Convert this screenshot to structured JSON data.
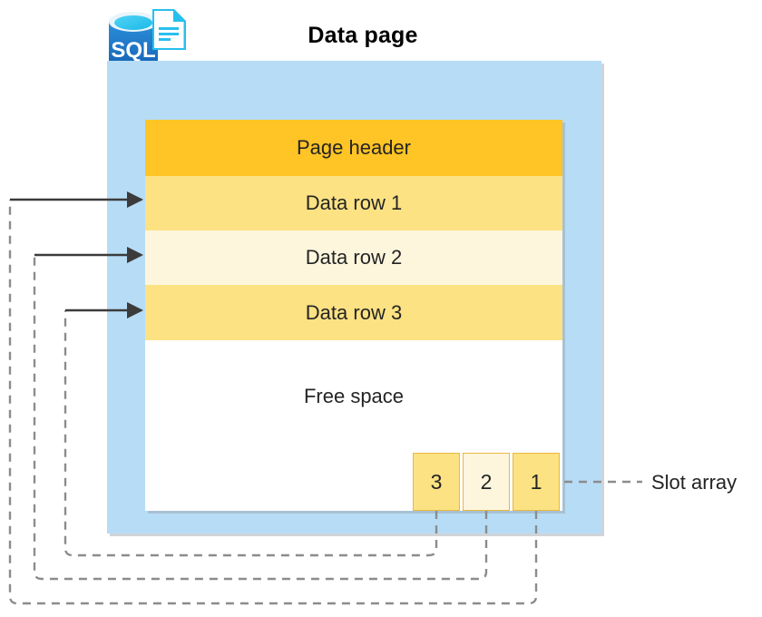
{
  "title": "Data page",
  "logo": {
    "name": "sql-database-icon",
    "text": "SQL",
    "cylinder_color": "#1a6dc0",
    "cylinder_top_color": "#31c6f0",
    "document_border_color": "#27c0ee"
  },
  "panel": {
    "background_color": "#b7dcf6",
    "body_background_color": "#ffffff"
  },
  "bands": [
    {
      "name": "page-header",
      "label": "Page header",
      "color": "#ffc425"
    },
    {
      "name": "data-row-1",
      "label": "Data row 1",
      "color": "#fce283"
    },
    {
      "name": "data-row-2",
      "label": "Data row 2",
      "color": "#fdf6dd"
    },
    {
      "name": "data-row-3",
      "label": "Data row 3",
      "color": "#fce283"
    },
    {
      "name": "free-space",
      "label": "Free space",
      "color": "#ffffff"
    }
  ],
  "slot_array": {
    "label": "Slot array",
    "slots": [
      {
        "value": "3",
        "color": "#fce283"
      },
      {
        "value": "2",
        "color": "#fdf6dd"
      },
      {
        "value": "1",
        "color": "#fce283"
      }
    ],
    "connector_color": "#8c8c8c"
  },
  "arrows": {
    "count": 3,
    "color": "#3b3b3b",
    "targets": [
      "Data row 1",
      "Data row 2",
      "Data row 3"
    ]
  }
}
